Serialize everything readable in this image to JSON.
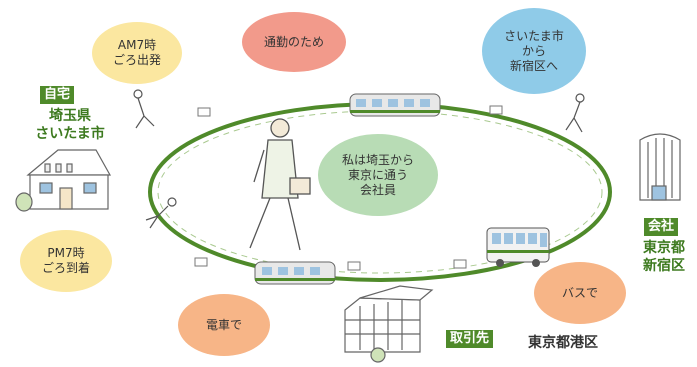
{
  "bubbles": {
    "commute": "通勤のため",
    "depart": [
      "AM7時",
      "ごろ出発"
    ],
    "route": [
      "さいたま市",
      "から",
      "新宿区へ"
    ],
    "center": [
      "私は埼玉から",
      "東京に通う",
      "会社員"
    ],
    "arrive": [
      "PM7時",
      "ごろ到着"
    ],
    "train": "電車で",
    "bus": "バスで"
  },
  "home": {
    "tag": "自宅",
    "prefecture": "埼玉県",
    "city": "さいたま市"
  },
  "office": {
    "tag": "会社",
    "line1": "東京都",
    "line2": "新宿区"
  },
  "client": {
    "tag": "取引先",
    "location": "東京都港区"
  },
  "colors": {
    "track": "#4f8a2a",
    "pink": "#f29a8b",
    "blue": "#8fcbe8",
    "yellow": "#fbe7a0",
    "green_bubble": "#b8dcb5",
    "orange": "#f7b587"
  }
}
